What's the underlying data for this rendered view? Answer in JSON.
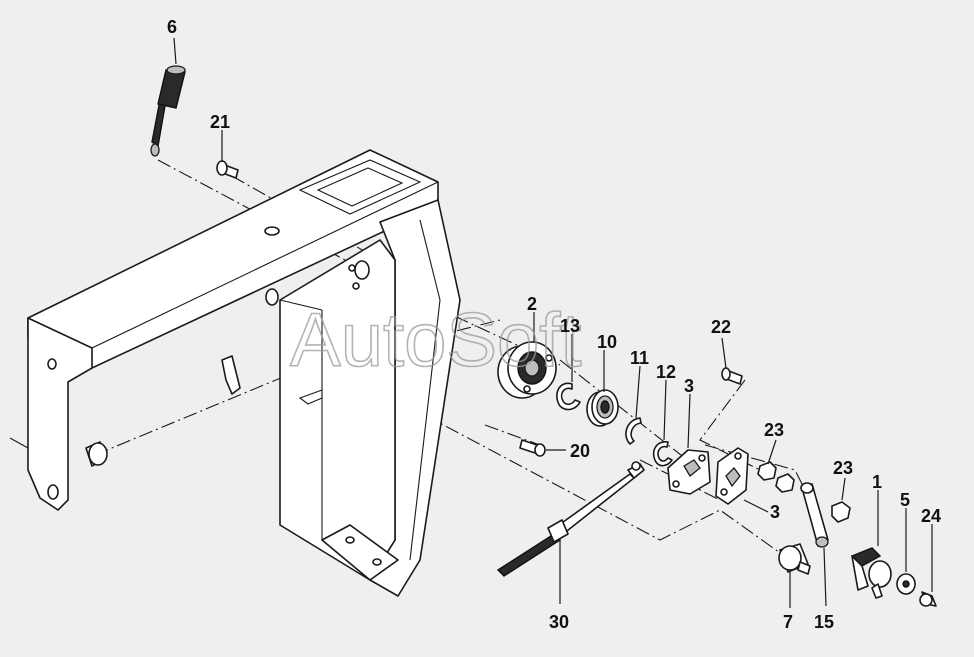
{
  "watermark": "AutoSoft",
  "callouts": [
    {
      "id": "c6",
      "text": "6"
    },
    {
      "id": "c21",
      "text": "21"
    },
    {
      "id": "c2",
      "text": "2"
    },
    {
      "id": "c13",
      "text": "13"
    },
    {
      "id": "c10",
      "text": "10"
    },
    {
      "id": "c11",
      "text": "11"
    },
    {
      "id": "c12",
      "text": "12"
    },
    {
      "id": "c3a",
      "text": "3"
    },
    {
      "id": "c22",
      "text": "22"
    },
    {
      "id": "c20",
      "text": "20"
    },
    {
      "id": "c23a",
      "text": "23"
    },
    {
      "id": "c23b",
      "text": "23"
    },
    {
      "id": "c1",
      "text": "1"
    },
    {
      "id": "c5",
      "text": "5"
    },
    {
      "id": "c24",
      "text": "24"
    },
    {
      "id": "c3b",
      "text": "3"
    },
    {
      "id": "c30",
      "text": "30"
    },
    {
      "id": "c7",
      "text": "7"
    },
    {
      "id": "c15",
      "text": "15"
    }
  ]
}
